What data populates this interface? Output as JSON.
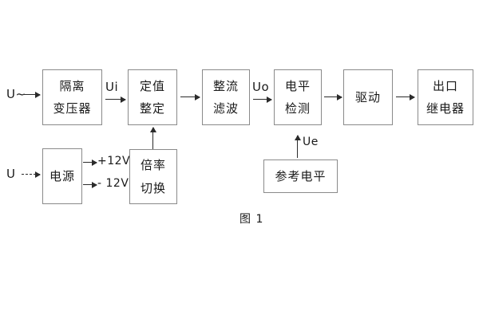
{
  "diagram": {
    "caption": "图 1",
    "blocks": [
      {
        "id": "isolation-transformer",
        "line1": "隔离",
        "line2": "变压器"
      },
      {
        "id": "setting-value",
        "line1": "定值",
        "line2": "整定"
      },
      {
        "id": "rectify-filter",
        "line1": "整流",
        "line2": "滤波"
      },
      {
        "id": "level-detection",
        "line1": "电平",
        "line2": "检测"
      },
      {
        "id": "drive",
        "line1": "驱动",
        "line2": ""
      },
      {
        "id": "output-relay",
        "line1": "出口",
        "line2": "继电器"
      },
      {
        "id": "power-supply",
        "line1": "电源",
        "line2": ""
      },
      {
        "id": "ratio-switch",
        "line1": "倍率",
        "line2": "切换"
      },
      {
        "id": "reference-level",
        "line1": "参考电平",
        "line2": ""
      }
    ],
    "signals": {
      "ac_input": "U~",
      "dc_input": "U",
      "ui": "Ui",
      "uo": "Uo",
      "ue": "Ue",
      "supply_positive": "+12V",
      "supply_negative": "- 12V"
    },
    "colors": {
      "box_border": "#8a8a8a",
      "arrow": "#2b2b2b",
      "text": "#1a1a1a",
      "background": "#ffffff"
    }
  }
}
